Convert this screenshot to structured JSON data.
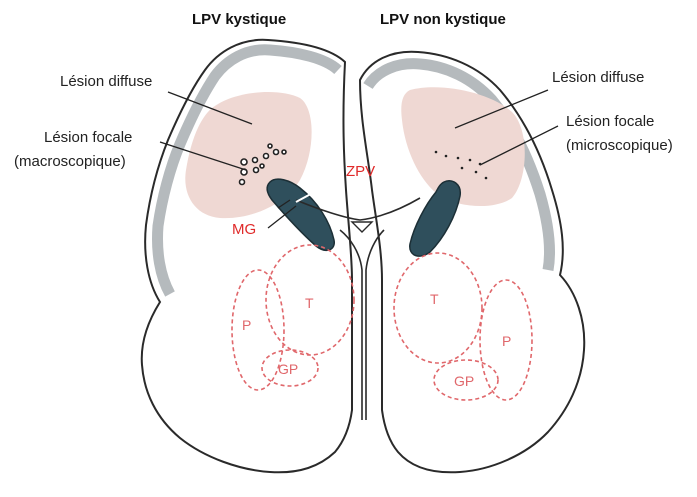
{
  "headers": {
    "left": "LPV kystique",
    "right": "LPV non kystique"
  },
  "labels": {
    "left_diffuse": "Lésion diffuse",
    "left_focal_line1": "Lésion focale",
    "left_focal_line2": "(macroscopique)",
    "zpv": "ZPV",
    "mg": "MG",
    "right_diffuse": "Lésion diffuse",
    "right_focal_line1": "Lésion focale",
    "right_focal_line2": "(microscopique)"
  },
  "nuclei": {
    "left_t": "T",
    "left_p": "P",
    "left_gp": "GP",
    "right_t": "T",
    "right_p": "P",
    "right_gp": "GP"
  },
  "colors": {
    "cortex_fill": "#b5babd",
    "outline": "#2a2a2a",
    "lesion_pink": "#efd8d3",
    "germinal_matrix": "#2f4f5c",
    "zpv_red": "#e02a2a",
    "nuclei_dashed": "#e0676b"
  }
}
